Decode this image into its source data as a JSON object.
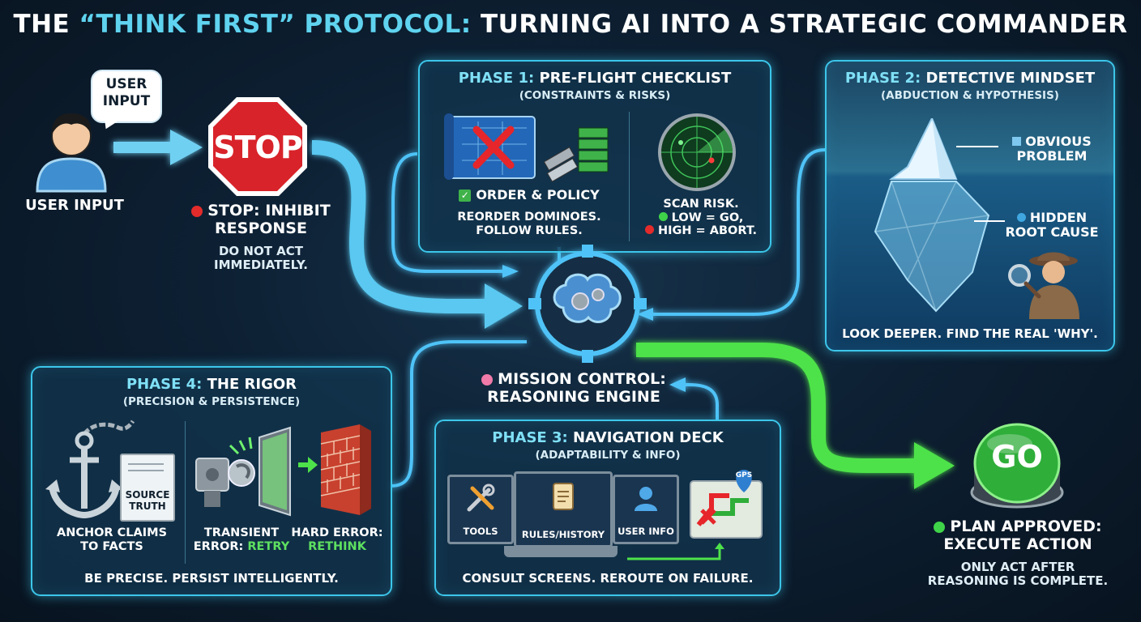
{
  "title": {
    "pre": "THE ",
    "highlight": "“THINK FIRST” PROTOCOL:",
    "post": " TURNING AI INTO A STRATEGIC COMMANDER"
  },
  "user": {
    "bubble_line1": "USER",
    "bubble_line2": "INPUT",
    "label": "USER INPUT"
  },
  "stop": {
    "sign_text": "STOP",
    "label_line1": "STOP: INHIBIT",
    "label_line2": "RESPONSE",
    "desc_line1": "DO NOT ACT",
    "desc_line2": "IMMEDIATELY."
  },
  "phase1": {
    "title_prefix": "PHASE 1:",
    "title_rest": " PRE-FLIGHT CHECKLIST",
    "subtitle": "(CONSTRAINTS & RISKS)",
    "left_heading": "ORDER & POLICY",
    "left_desc_line1": "REORDER DOMINOES.",
    "left_desc_line2": "FOLLOW RULES.",
    "right_line1": "SCAN RISK.",
    "right_line2": "LOW = GO,",
    "right_line3": "HIGH = ABORT."
  },
  "phase2": {
    "title_prefix": "PHASE 2:",
    "title_rest": " DETECTIVE MINDSET",
    "subtitle": "(ABDUCTION & HYPOTHESIS)",
    "top_label_line1": "OBVIOUS",
    "top_label_line2": "PROBLEM",
    "bottom_label_line1": "HIDDEN",
    "bottom_label_line2": "ROOT CAUSE",
    "footer": "LOOK DEEPER. FIND THE REAL 'WHY'."
  },
  "mission": {
    "line1": "MISSION CONTROL:",
    "line2": "REASONING ENGINE"
  },
  "phase3": {
    "title_prefix": "PHASE 3:",
    "title_rest": " NAVIGATION DECK",
    "subtitle": "(ADAPTABILITY & INFO)",
    "screens": [
      "TOOLS",
      "RULES/HISTORY",
      "USER INFO"
    ],
    "gps": "GPS",
    "footer": "CONSULT SCREENS. REROUTE ON FAILURE."
  },
  "phase4": {
    "title_prefix": "PHASE 4:",
    "title_rest": " THE RIGOR",
    "subtitle": "(PRECISION & PERSISTENCE)",
    "doc_line1": "SOURCE",
    "doc_line2": "TRUTH",
    "anchor_line1": "ANCHOR CLAIMS",
    "anchor_line2": "TO FACTS",
    "transient_line1": "TRANSIENT",
    "transient_pre": "ERROR: ",
    "transient_green": "RETRY",
    "hard_line1": "HARD ERROR:",
    "hard_green": "RETHINK",
    "footer": "BE PRECISE. PERSIST INTELLIGENTLY."
  },
  "go": {
    "button_text": "GO",
    "label_line1": "PLAN APPROVED:",
    "label_line2": "EXECUTE ACTION",
    "desc_line1": "ONLY ACT AFTER",
    "desc_line2": "REASONING IS COMPLETE."
  },
  "colors": {
    "accent": "#3cc6ea",
    "flow_blue": "#4fc3f7",
    "flow_green": "#4ee24a",
    "stop_red": "#d8232a",
    "go_green": "#2fae3a"
  }
}
